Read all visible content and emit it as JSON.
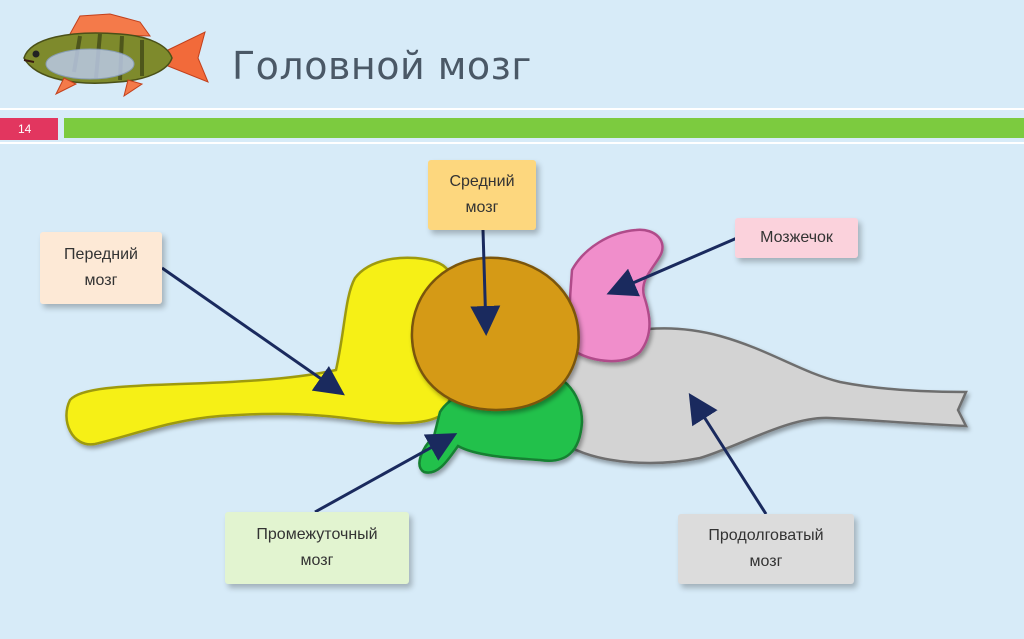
{
  "header": {
    "title": "Головной мозг",
    "slide_number": "14",
    "fish_icon": "perch-fish-icon"
  },
  "diagram": {
    "labels": {
      "forebrain": "Передний\nмозг",
      "midbrain": "Средний\nмозг",
      "cerebellum": "Мозжечок",
      "diencephalon": "Промежуточный\nмозг",
      "medulla": "Продолговатый\nмозг"
    },
    "colors": {
      "forebrain": "#f6f018",
      "midbrain": "#d59a12",
      "cerebellum": "#f08ecb",
      "diencephalon": "#22c14b",
      "medulla": "#d3d3d3",
      "arrow": "#1a2a5e",
      "accent_green": "#7ccb3f",
      "accent_pink": "#e2365f"
    }
  }
}
